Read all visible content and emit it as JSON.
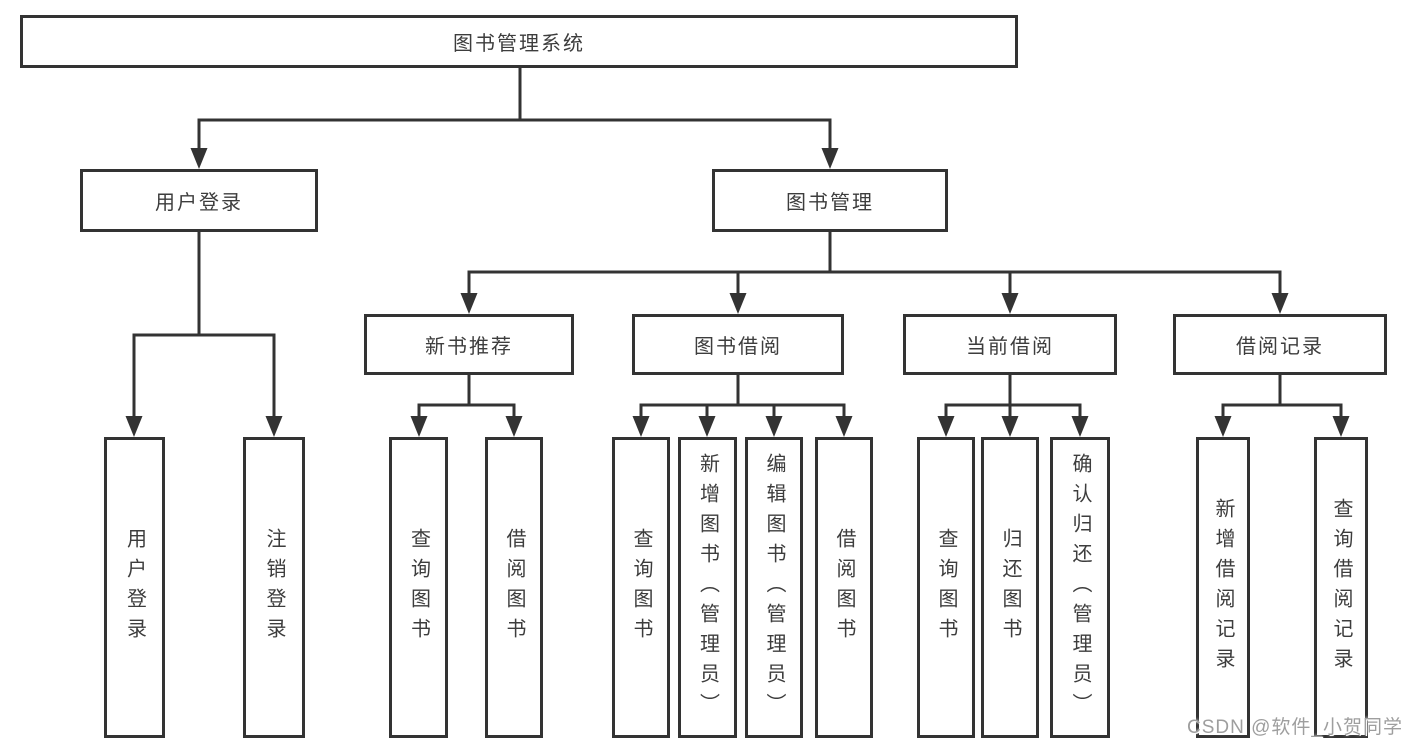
{
  "tree": {
    "label": "图书管理系统",
    "children": [
      {
        "label": "用户登录",
        "children": [
          {
            "label": "用户登录"
          },
          {
            "label": "注销登录"
          }
        ]
      },
      {
        "label": "图书管理",
        "children": [
          {
            "label": "新书推荐",
            "children": [
              {
                "label": "查询图书"
              },
              {
                "label": "借阅图书"
              }
            ]
          },
          {
            "label": "图书借阅",
            "children": [
              {
                "label": "查询图书"
              },
              {
                "label": "新增图书（管理员）"
              },
              {
                "label": "编辑图书（管理员）"
              },
              {
                "label": "借阅图书"
              }
            ]
          },
          {
            "label": "当前借阅",
            "children": [
              {
                "label": "查询图书"
              },
              {
                "label": "归还图书"
              },
              {
                "label": "确认归还（管理员）"
              }
            ]
          },
          {
            "label": "借阅记录",
            "children": [
              {
                "label": "新增借阅记录"
              },
              {
                "label": "查询借阅记录"
              }
            ]
          }
        ]
      }
    ]
  },
  "watermark": "CSDN @软件_小贺同学",
  "colors": {
    "line": "#333333",
    "text": "#3d3d3d",
    "watermark": "#9e9e9e",
    "background": "#ffffff"
  }
}
